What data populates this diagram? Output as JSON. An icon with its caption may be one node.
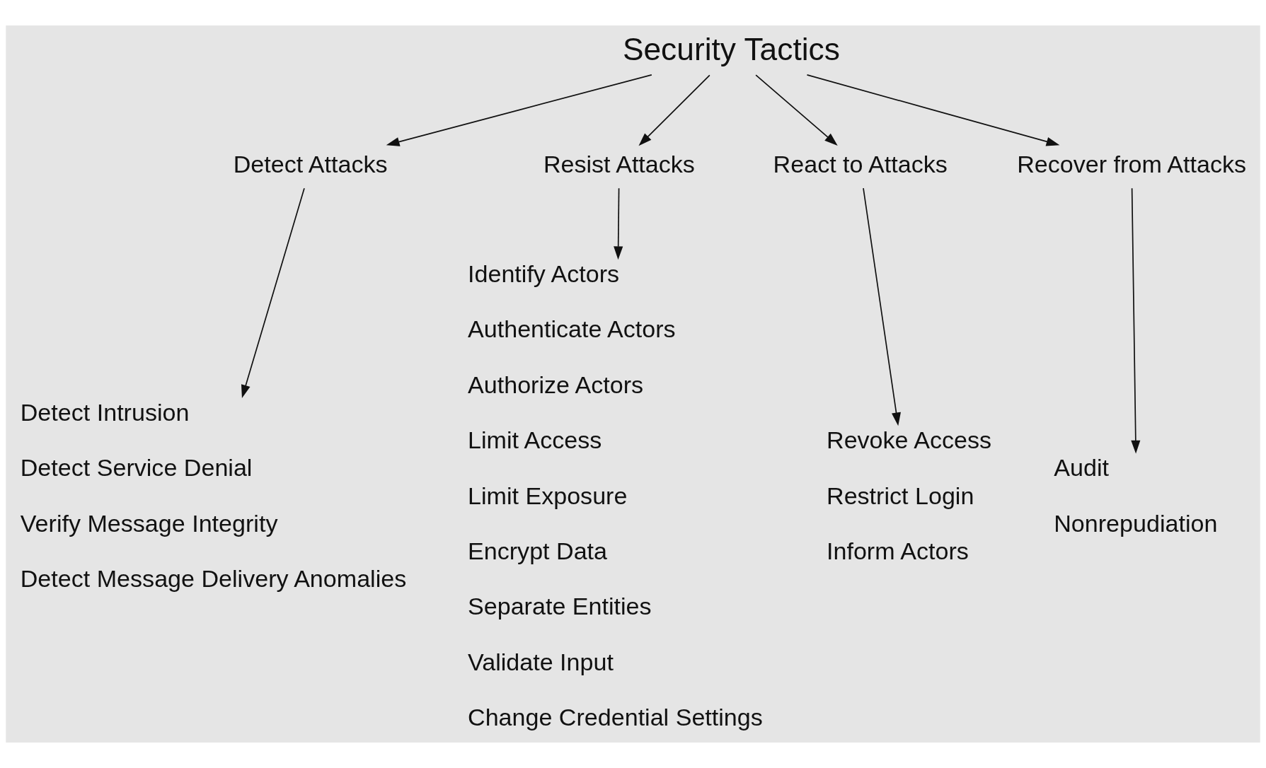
{
  "diagram": {
    "nodes": [
      {
        "text": [
          "Security Tactics"
        ]
      },
      {
        "text": [
          "Detect Attacks"
        ]
      },
      {
        "text": [
          "Resist Attacks"
        ]
      },
      {
        "text": [
          "React to Attacks"
        ]
      },
      {
        "text": [
          "Recover from Attacks"
        ]
      },
      {
        "text": [
          "Detect Intrusion",
          "Detect Service Denial",
          "Verify Message Integrity",
          "Detect Message Delivery Anomalies"
        ]
      },
      {
        "text": [
          "Identify Actors",
          "Authenticate Actors",
          "Authorize Actors",
          "Limit Access",
          "Limit Exposure",
          "Encrypt Data",
          "Separate Entities",
          "Validate Input",
          "Change Credential Settings"
        ]
      },
      {
        "text": [
          "Revoke Access",
          "Restrict Login",
          "Inform Actors"
        ]
      },
      {
        "text": [
          "Audit",
          "Nonrepudiation"
        ]
      }
    ],
    "edges": [
      {
        "from": 0,
        "to": 1,
        "arrow": "to"
      },
      {
        "from": 0,
        "to": 2,
        "arrow": "to"
      },
      {
        "from": 0,
        "to": 3,
        "arrow": "to"
      },
      {
        "from": 0,
        "to": 4,
        "arrow": "to"
      },
      {
        "from": 1,
        "to": 5,
        "arrow": "to"
      },
      {
        "from": 2,
        "to": 6,
        "arrow": "to"
      },
      {
        "from": 3,
        "to": 7,
        "arrow": "to"
      },
      {
        "from": 4,
        "to": 8,
        "arrow": "to"
      }
    ]
  }
}
